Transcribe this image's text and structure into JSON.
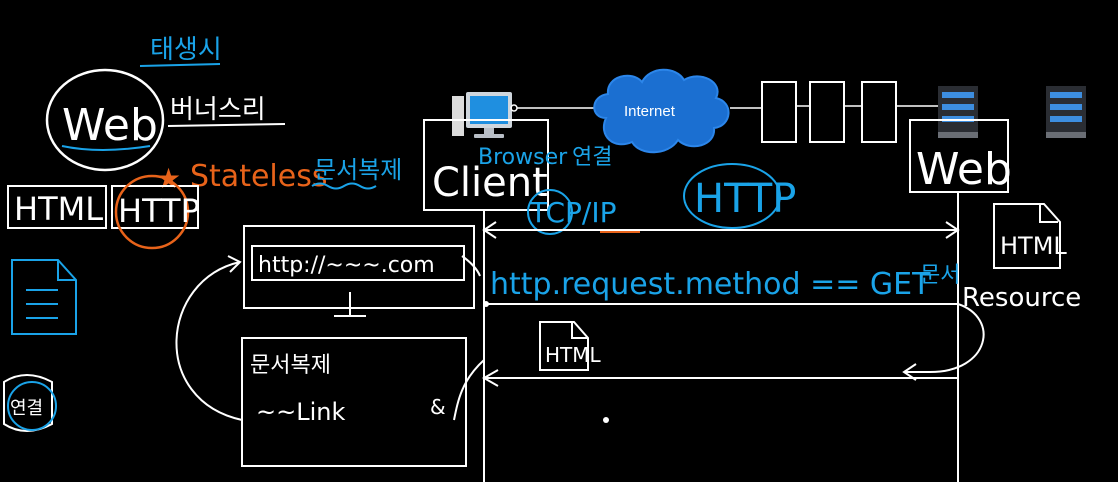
{
  "colors": {
    "background": "#000000",
    "ink_white": "#ffffff",
    "ink_blue": "#1aa3e8",
    "ink_orange": "#e8631a",
    "cloud_fill": "#1b6fd1"
  },
  "icons": [
    "computer-icon",
    "server-icon",
    "document-icon",
    "database-icon",
    "cloud-icon"
  ],
  "notes": {
    "korean_top": "태생시",
    "web_circle": "Web",
    "korean_web_side": "버너스리",
    "stateless": "Stateless",
    "korean_stateless": "문서복제",
    "html_box": "HTML",
    "http_box": "HTTP",
    "korean_db": "연결"
  },
  "network": {
    "internet": "Internet",
    "client": "Client",
    "browser": "Browser",
    "korean_connect": "연결",
    "tcpip": "TCP/IP",
    "http_big": "HTTP",
    "web_server": "Web",
    "resource": "Resource",
    "html_doc": "HTML"
  },
  "browser_window": {
    "url": "http://~~~.com",
    "korean_doc": "문서복제",
    "link": "~~Link"
  },
  "request": {
    "text": "http.request.method == GET",
    "korean": "문서"
  },
  "response": {
    "doc": "HTML"
  }
}
